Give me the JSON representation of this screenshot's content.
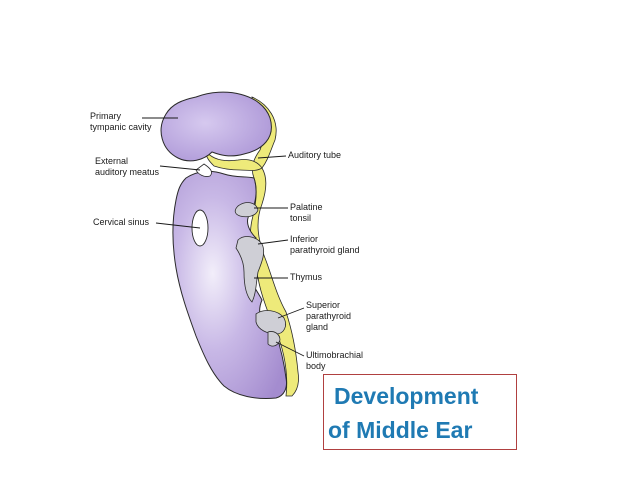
{
  "diagram": {
    "labels": {
      "primary_tympanic_cavity": [
        "Primary",
        "tympanic cavity"
      ],
      "external_auditory_meatus": [
        "External",
        "auditory meatus"
      ],
      "cervical_sinus": "Cervical sinus",
      "auditory_tube": "Auditory tube",
      "palatine_tonsil": [
        "Palatine",
        "tonsil"
      ],
      "inferior_parathyroid_gland": [
        "Inferior",
        "parathyroid gland"
      ],
      "thymus": "Thymus",
      "superior_parathyroid_gland": [
        "Superior",
        "parathyroid",
        "gland"
      ],
      "ultimobranchial_body": [
        "Ultimobrachial",
        "body"
      ]
    },
    "colors": {
      "body_fill": "#b39ddb",
      "body_highlight": "#ebe4f7",
      "outline": "#2a2a2a",
      "endoderm_yellow": "#eeea7a",
      "pouch_grey": "#cfcfd6"
    }
  },
  "title": {
    "line1": "Development",
    "line2": "of Middle Ear",
    "color": "#1f7ab3",
    "border_color": "#b04040"
  }
}
